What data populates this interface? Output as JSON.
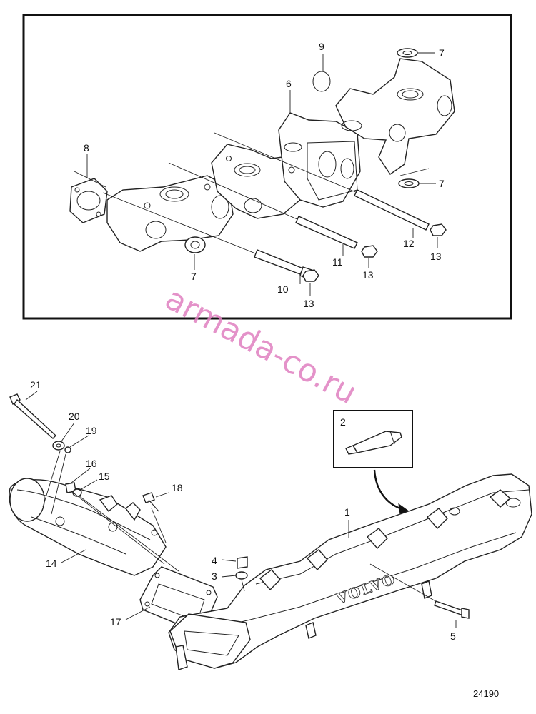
{
  "callouts": {
    "c1": "1",
    "c2": "2",
    "c3": "3",
    "c4": "4",
    "c5": "5",
    "c6": "6",
    "c7a": "7",
    "c7b": "7",
    "c7c": "7",
    "c8": "8",
    "c9": "9",
    "c10": "10",
    "c11": "11",
    "c12": "12",
    "c13a": "13",
    "c13b": "13",
    "c13c": "13",
    "c14": "14",
    "c15": "15",
    "c16": "16",
    "c17": "17",
    "c18": "18",
    "c19": "19",
    "c20": "20",
    "c21": "21"
  },
  "brand_text": "VOLVO",
  "figure_number": "24190",
  "watermark_text": "armada-co.ru",
  "colors": {
    "line": "#222222",
    "watermark": "#e080c0",
    "background": "#ffffff"
  }
}
